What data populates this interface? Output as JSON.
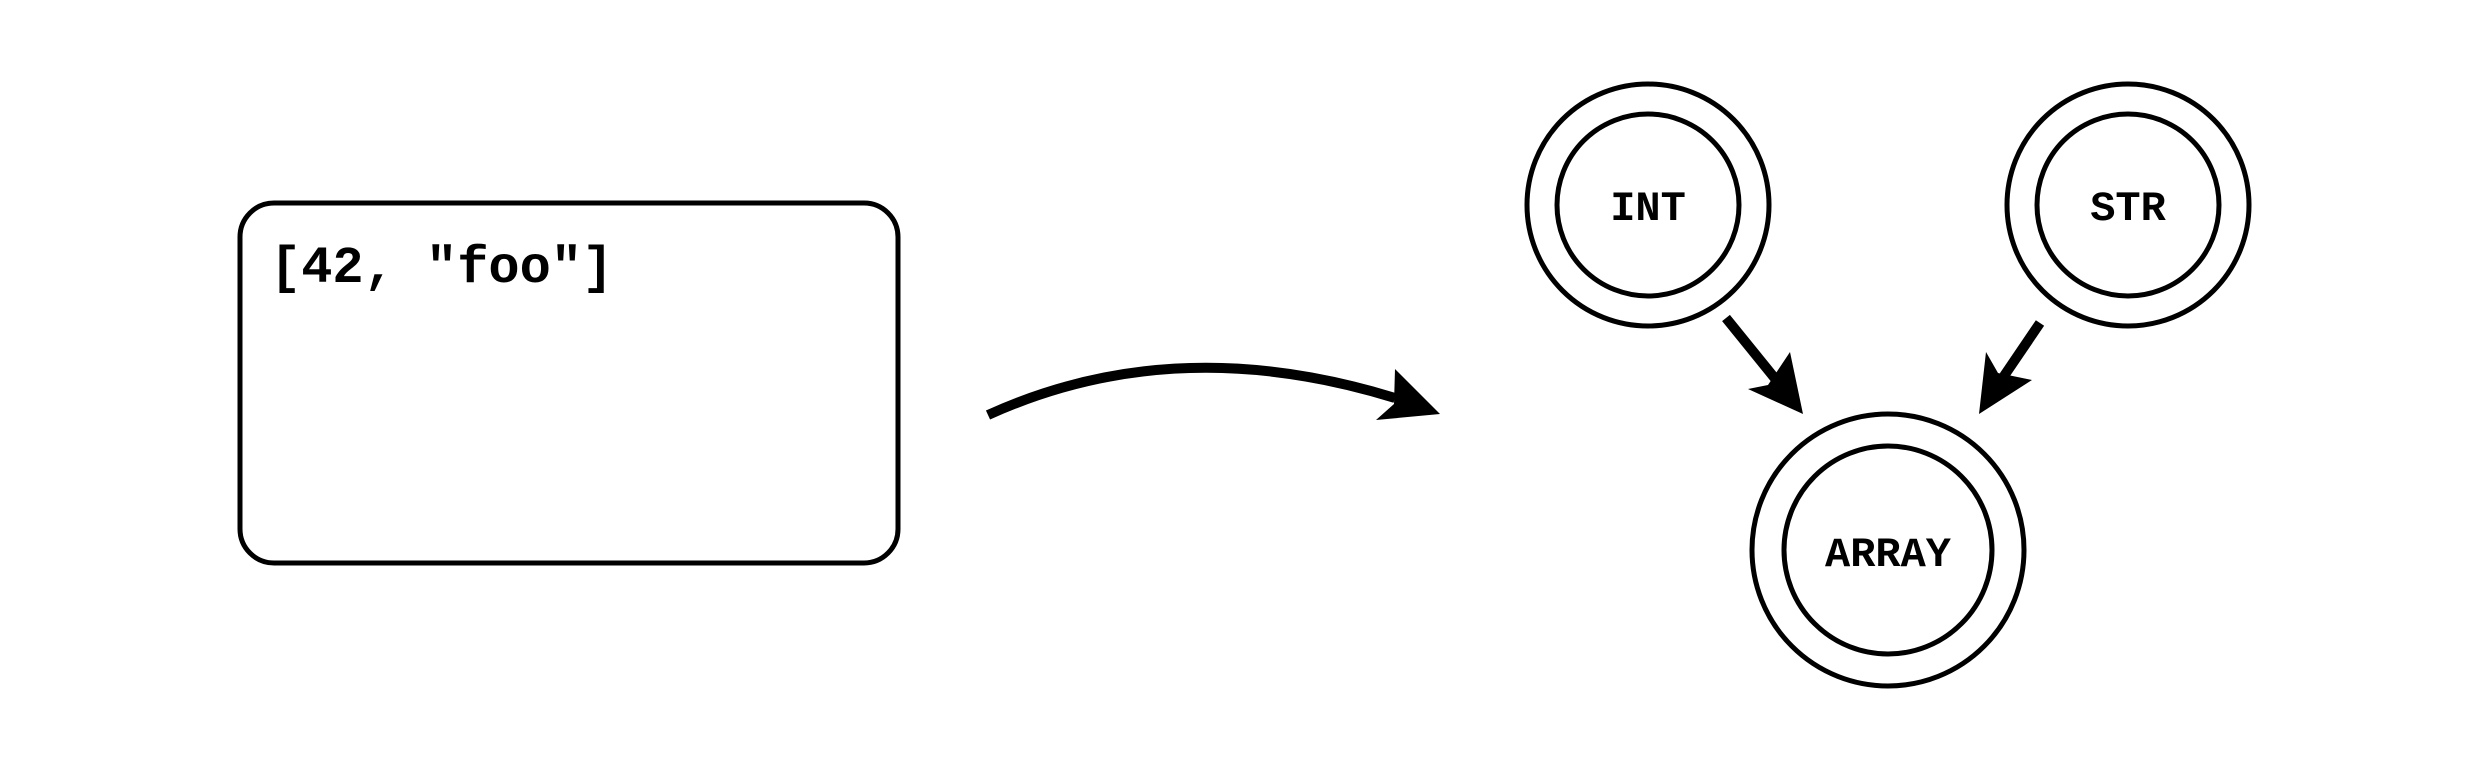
{
  "code_box": {
    "text": "[42, \"foo\"]"
  },
  "nodes": {
    "int": {
      "label": "INT"
    },
    "str": {
      "label": "STR"
    },
    "array": {
      "label": "ARRAY"
    }
  },
  "colors": {
    "stroke": "#000000",
    "background": "#ffffff"
  }
}
